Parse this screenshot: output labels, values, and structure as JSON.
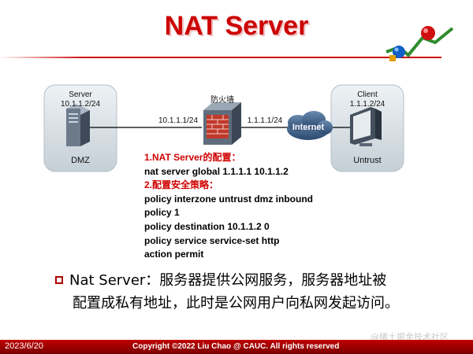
{
  "slide": {
    "title": "NAT Server",
    "date": "2023/6/20",
    "copyright": "Copyright ©2022 Liu Chao @ CAUC. All rights reserved",
    "watermark": "@稀土掘金技术社区"
  },
  "topology": {
    "server": {
      "name": "Server",
      "ip": "10.1.1.2/24",
      "zone": "DMZ",
      "icon": "server-tower-icon"
    },
    "firewall": {
      "label": "防火墙",
      "inside_ip": "10.1.1.1/24",
      "outside_ip": "1.1.1.1/24",
      "icon": "firewall-icon"
    },
    "internet": {
      "label": "Internet",
      "icon": "cloud-icon"
    },
    "client": {
      "name": "Client",
      "ip": "1.1.1.2/24",
      "zone": "Untrust",
      "icon": "pc-monitor-icon"
    }
  },
  "config": {
    "step1_title": "1.NAT Server的配置：",
    "step1_cmds": [
      "nat server global 1.1.1.1 10.1.1.2"
    ],
    "step2_title": "2.配置安全策略：",
    "step2_cmds": [
      "policy interzone untrust dmz inbound",
      "policy 1",
      "policy destination 10.1.1.2 0",
      "policy service service-set http",
      "action permit"
    ]
  },
  "description": {
    "line1": "Nat Server：服务器提供公网服务，服务器地址被",
    "line2": "配置成私有地址，此时是公网用户向私网发起访问。"
  },
  "colors": {
    "accent": "#cc0000",
    "config_heading": "#d00000",
    "footer": "#a00000"
  }
}
